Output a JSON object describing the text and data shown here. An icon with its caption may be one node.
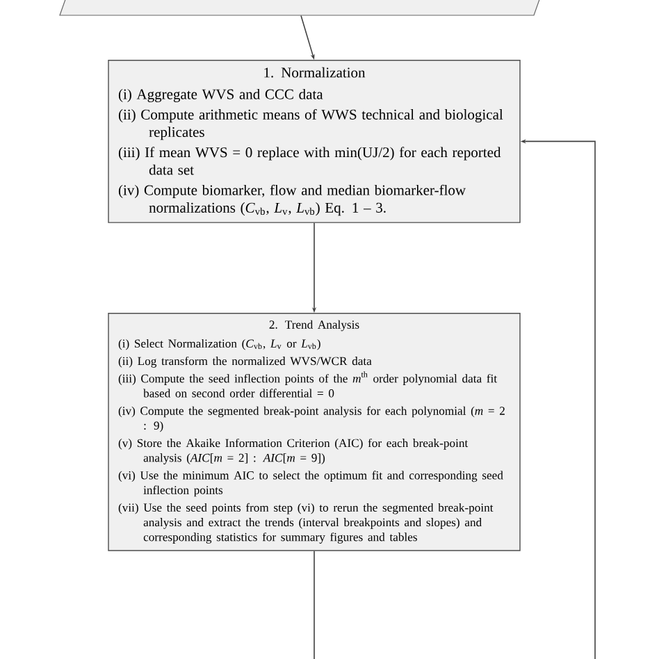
{
  "diagram": {
    "nodes": [
      {
        "text": [],
        "shape": "parallelogram"
      },
      {
        "text": [
          "1. Normalization",
          "(i) Aggregate WVS and CCC data",
          "(ii) Compute arithmetic means of WWS technical and biological replicates",
          "(iii) If mean WVS = 0 replace with min(UJ/2) for each reported data set",
          "(iv) Compute biomarker, flow and median biomarker-flow normalizations (*C*$_{vb}$, *L*$_{v}$, *L*$_{vb}$) Eq. 1 – 3."
        ]
      },
      {
        "text": [
          "2. Trend Analysis",
          "(i) Select Normalization (*C*$_{vb}$, *L*$_{v}$ or *L*$_{vb}$)",
          "(ii) Log transform the normalized WVS/WCR data",
          "(iii) Compute the seed inflection points of the *m*$^{th}$ order polynomial data fit based on second order differential = 0",
          "(iv) Compute the segmented break-point analysis for each polynomial (*m* = 2 : 9)",
          "(v) Store the Akaike Information Criterion (AIC) for each break-point analysis (*AIC*[*m* = 2] : *AIC*[*m* = 9])",
          "(vi) Use the minimum AIC to select the optimum fit and corresponding seed inflection points",
          "(vii) Use the seed points from step (vi) to rerun the segmented break-point analysis and extract the trends (interval breakpoints and slopes) and corresponding statistics for summary figures and tables"
        ]
      }
    ],
    "edges": [
      {
        "from": 0,
        "to": 1,
        "arrow": "to"
      },
      {
        "from": 1,
        "to": 2,
        "arrow": "to"
      },
      {
        "from": 2,
        "to": null,
        "arrow": "none"
      },
      {
        "from": null,
        "to": 1,
        "arrow": "to"
      }
    ]
  }
}
